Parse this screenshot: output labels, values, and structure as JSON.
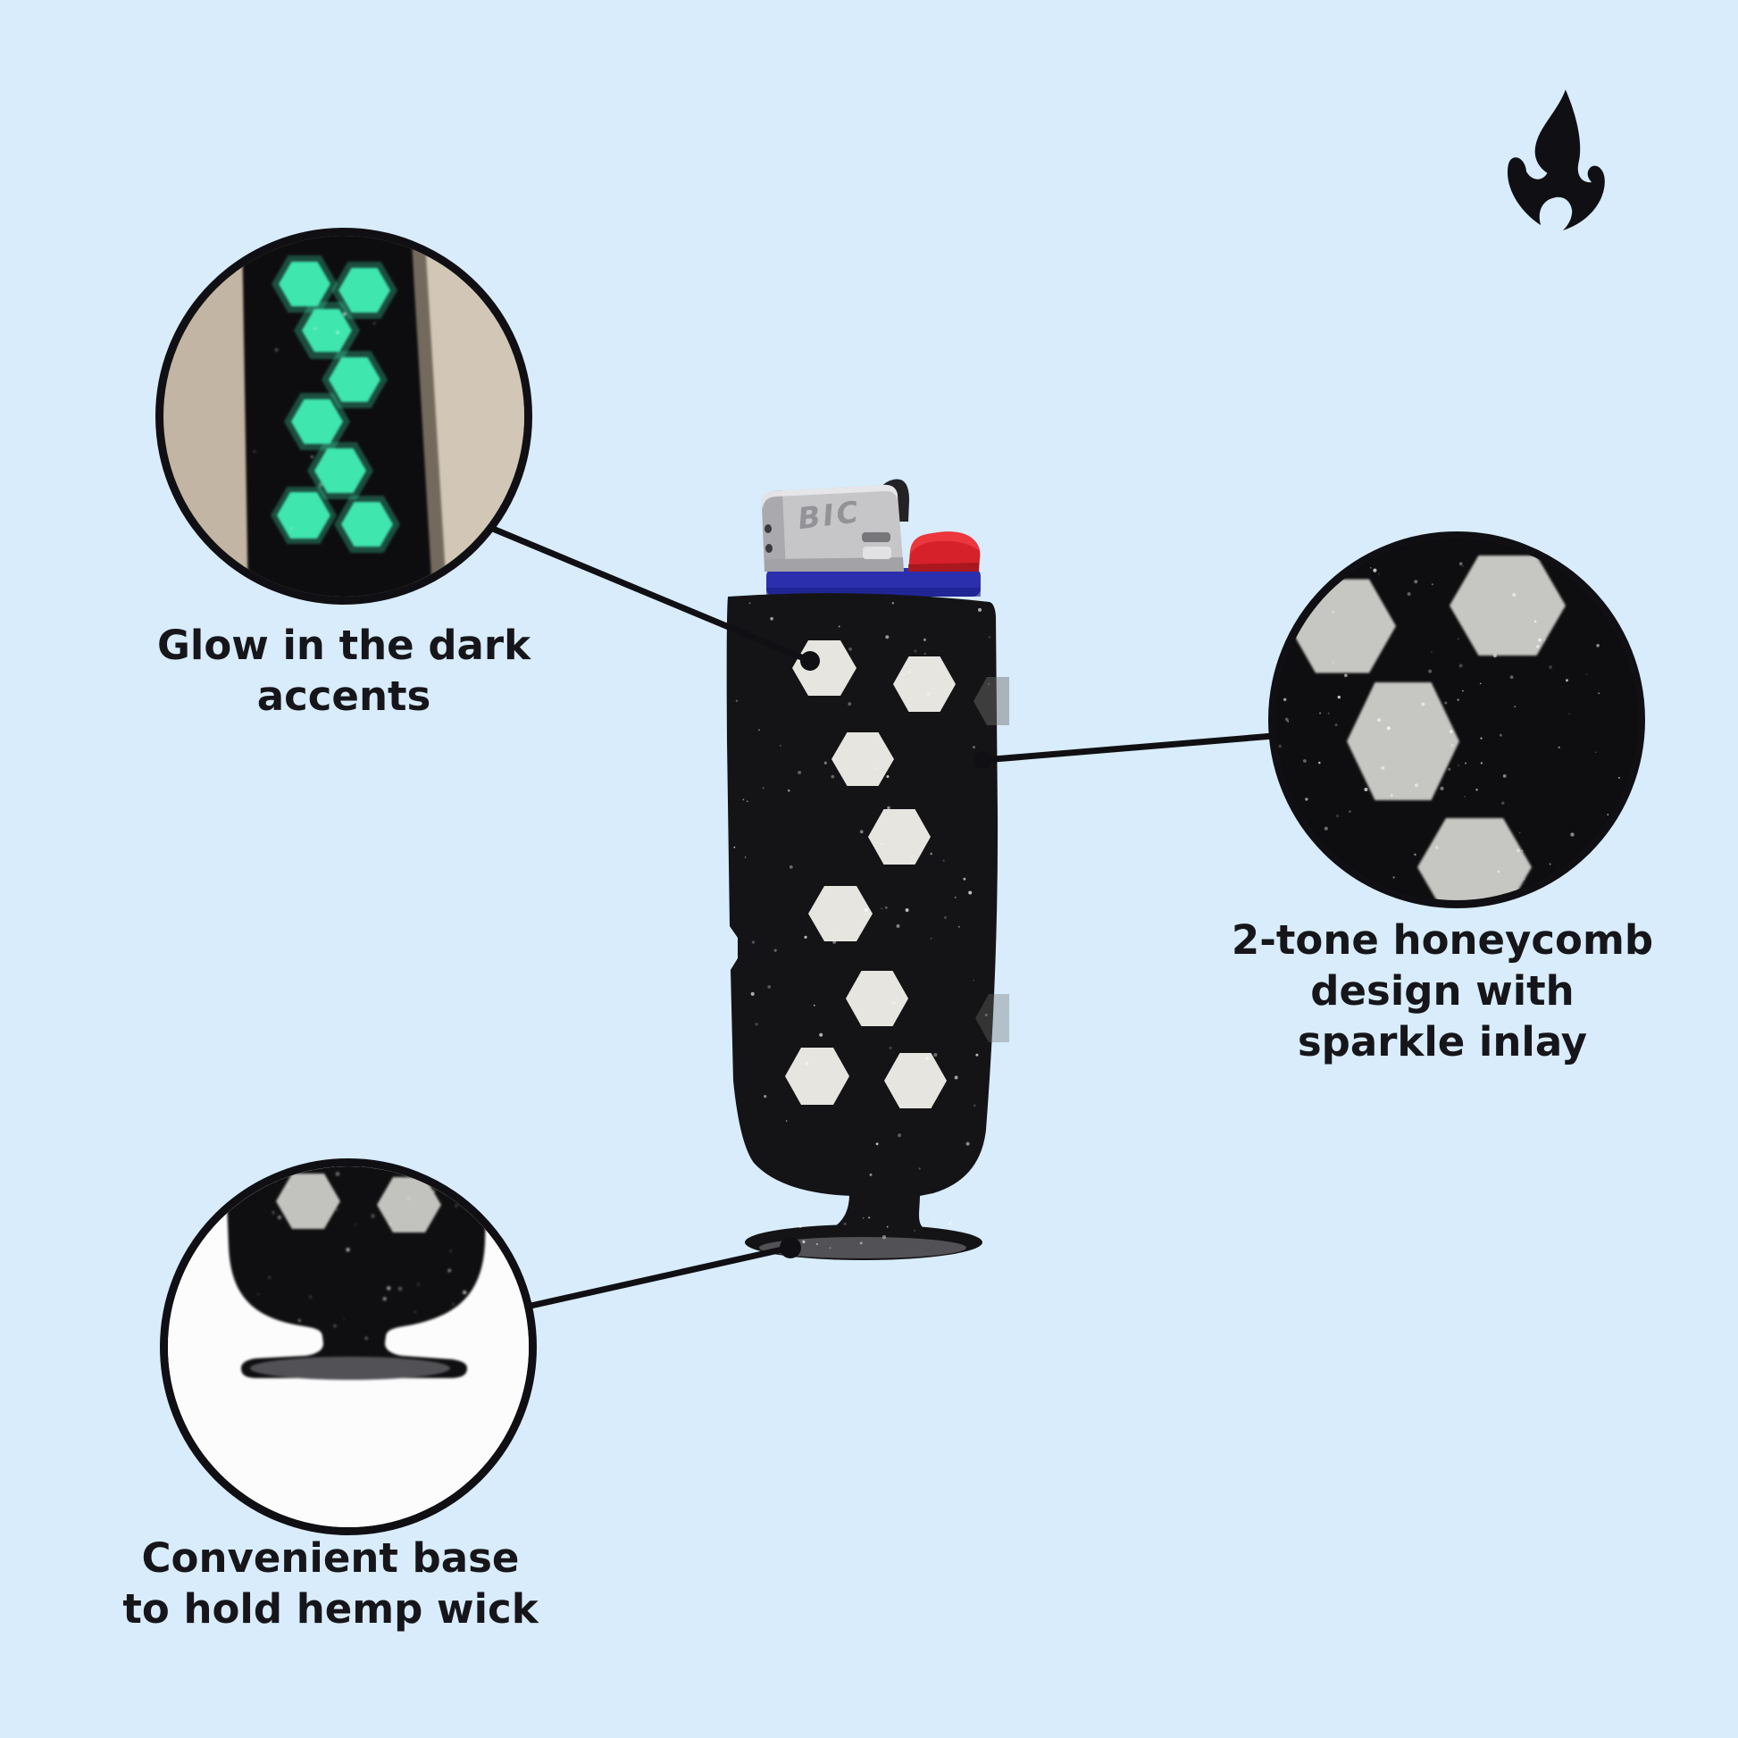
{
  "title": "Hemp wick lighter case feature infographic",
  "colors": {
    "bg": "#d8ecfb",
    "ink": "#16161a",
    "line": "#101014",
    "glow": "#3fe6ae",
    "beige": "#c3b5a3",
    "beige-light": "#d2c7b6",
    "case-black": "#141416",
    "hex-white": "#e6e5e0",
    "hex-grey": "#c6c6c2",
    "bic-blue": "#2b2fae",
    "bic-red": "#d6202a",
    "silver": "#c6c6c9",
    "silver-dark": "#a2a2a7",
    "disc-grey": "#525256",
    "photo-white": "#fcfcfc",
    "sparkle-bg": "#0e0e10"
  },
  "logo": {
    "icon": "flame"
  },
  "product": {
    "brand": "BIC"
  },
  "callouts": {
    "glow": {
      "lines": [
        "Glow in the dark",
        "accents"
      ]
    },
    "honeycomb": {
      "lines": [
        "2-tone honeycomb",
        "design with",
        "sparkle inlay"
      ]
    },
    "base": {
      "lines": [
        "Convenient base",
        "to hold hemp wick"
      ]
    }
  }
}
